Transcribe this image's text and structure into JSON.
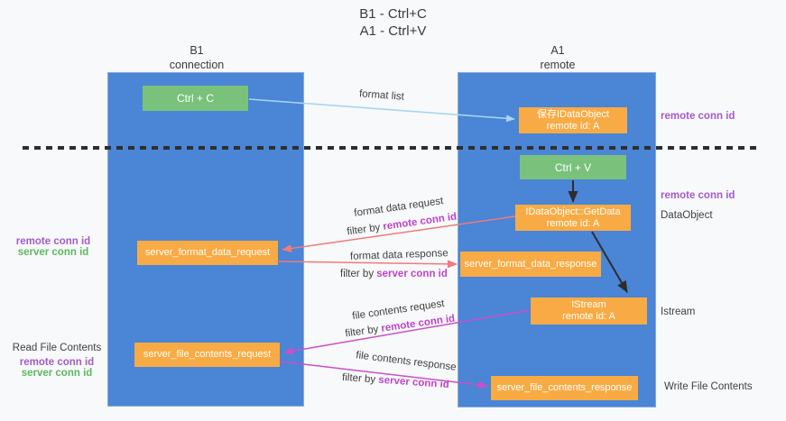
{
  "title": {
    "line1": "B1 - Ctrl+C",
    "line2": "A1 - Ctrl+V"
  },
  "columns": {
    "left": {
      "name": "B1",
      "subtitle": "connection"
    },
    "right": {
      "name": "A1",
      "subtitle": "remote"
    }
  },
  "boxes": {
    "ctrl_c": "Ctrl + C",
    "ctrl_v": "Ctrl + V",
    "save_dataobject": {
      "line1": "保存IDataObject",
      "line2": "remote id: A"
    },
    "getdata": {
      "line1": "IDataObject::GetData",
      "line2": "remote id: A"
    },
    "istream": {
      "line1": "IStream",
      "line2": "remote id: A"
    },
    "format_request": "server_format_data_request",
    "format_response": "server_format_data_response",
    "file_request": "server_file_contents_request",
    "file_response": "server_file_contents_response"
  },
  "edge_labels": {
    "format_list": "format list",
    "format_data_request": "format data request",
    "format_data_response": "format data response",
    "file_contents_request": "file contents request",
    "file_contents_response": "file contents response",
    "filter_by": "filter by ",
    "remote_conn_id": "remote conn id",
    "server_conn_id": "server conn id"
  },
  "side_labels": {
    "remote_conn_id": "remote conn id",
    "server_conn_id": "server conn id",
    "read_file_contents": "Read File Contents",
    "write_file_contents": "Write File Contents",
    "dataobject": "DataObject",
    "istream": "Istream"
  },
  "colors": {
    "background": "#f8f9fa",
    "column_blue": "#4a85d6",
    "box_green": "#7ac27c",
    "box_orange": "#f8ab44",
    "box_text": "#ffffff",
    "dark_text": "#3b3b3b",
    "purple_label": "#a45bc8",
    "magenta_label": "#bc45c8",
    "green_label": "#5cb85f",
    "arrow_blue": "#a7d5f2",
    "arrow_red": "#ef7b7b",
    "arrow_magenta": "#ca4fc9",
    "arrow_black": "#2d2d2d",
    "dashed_line": "#2e2e2e"
  }
}
